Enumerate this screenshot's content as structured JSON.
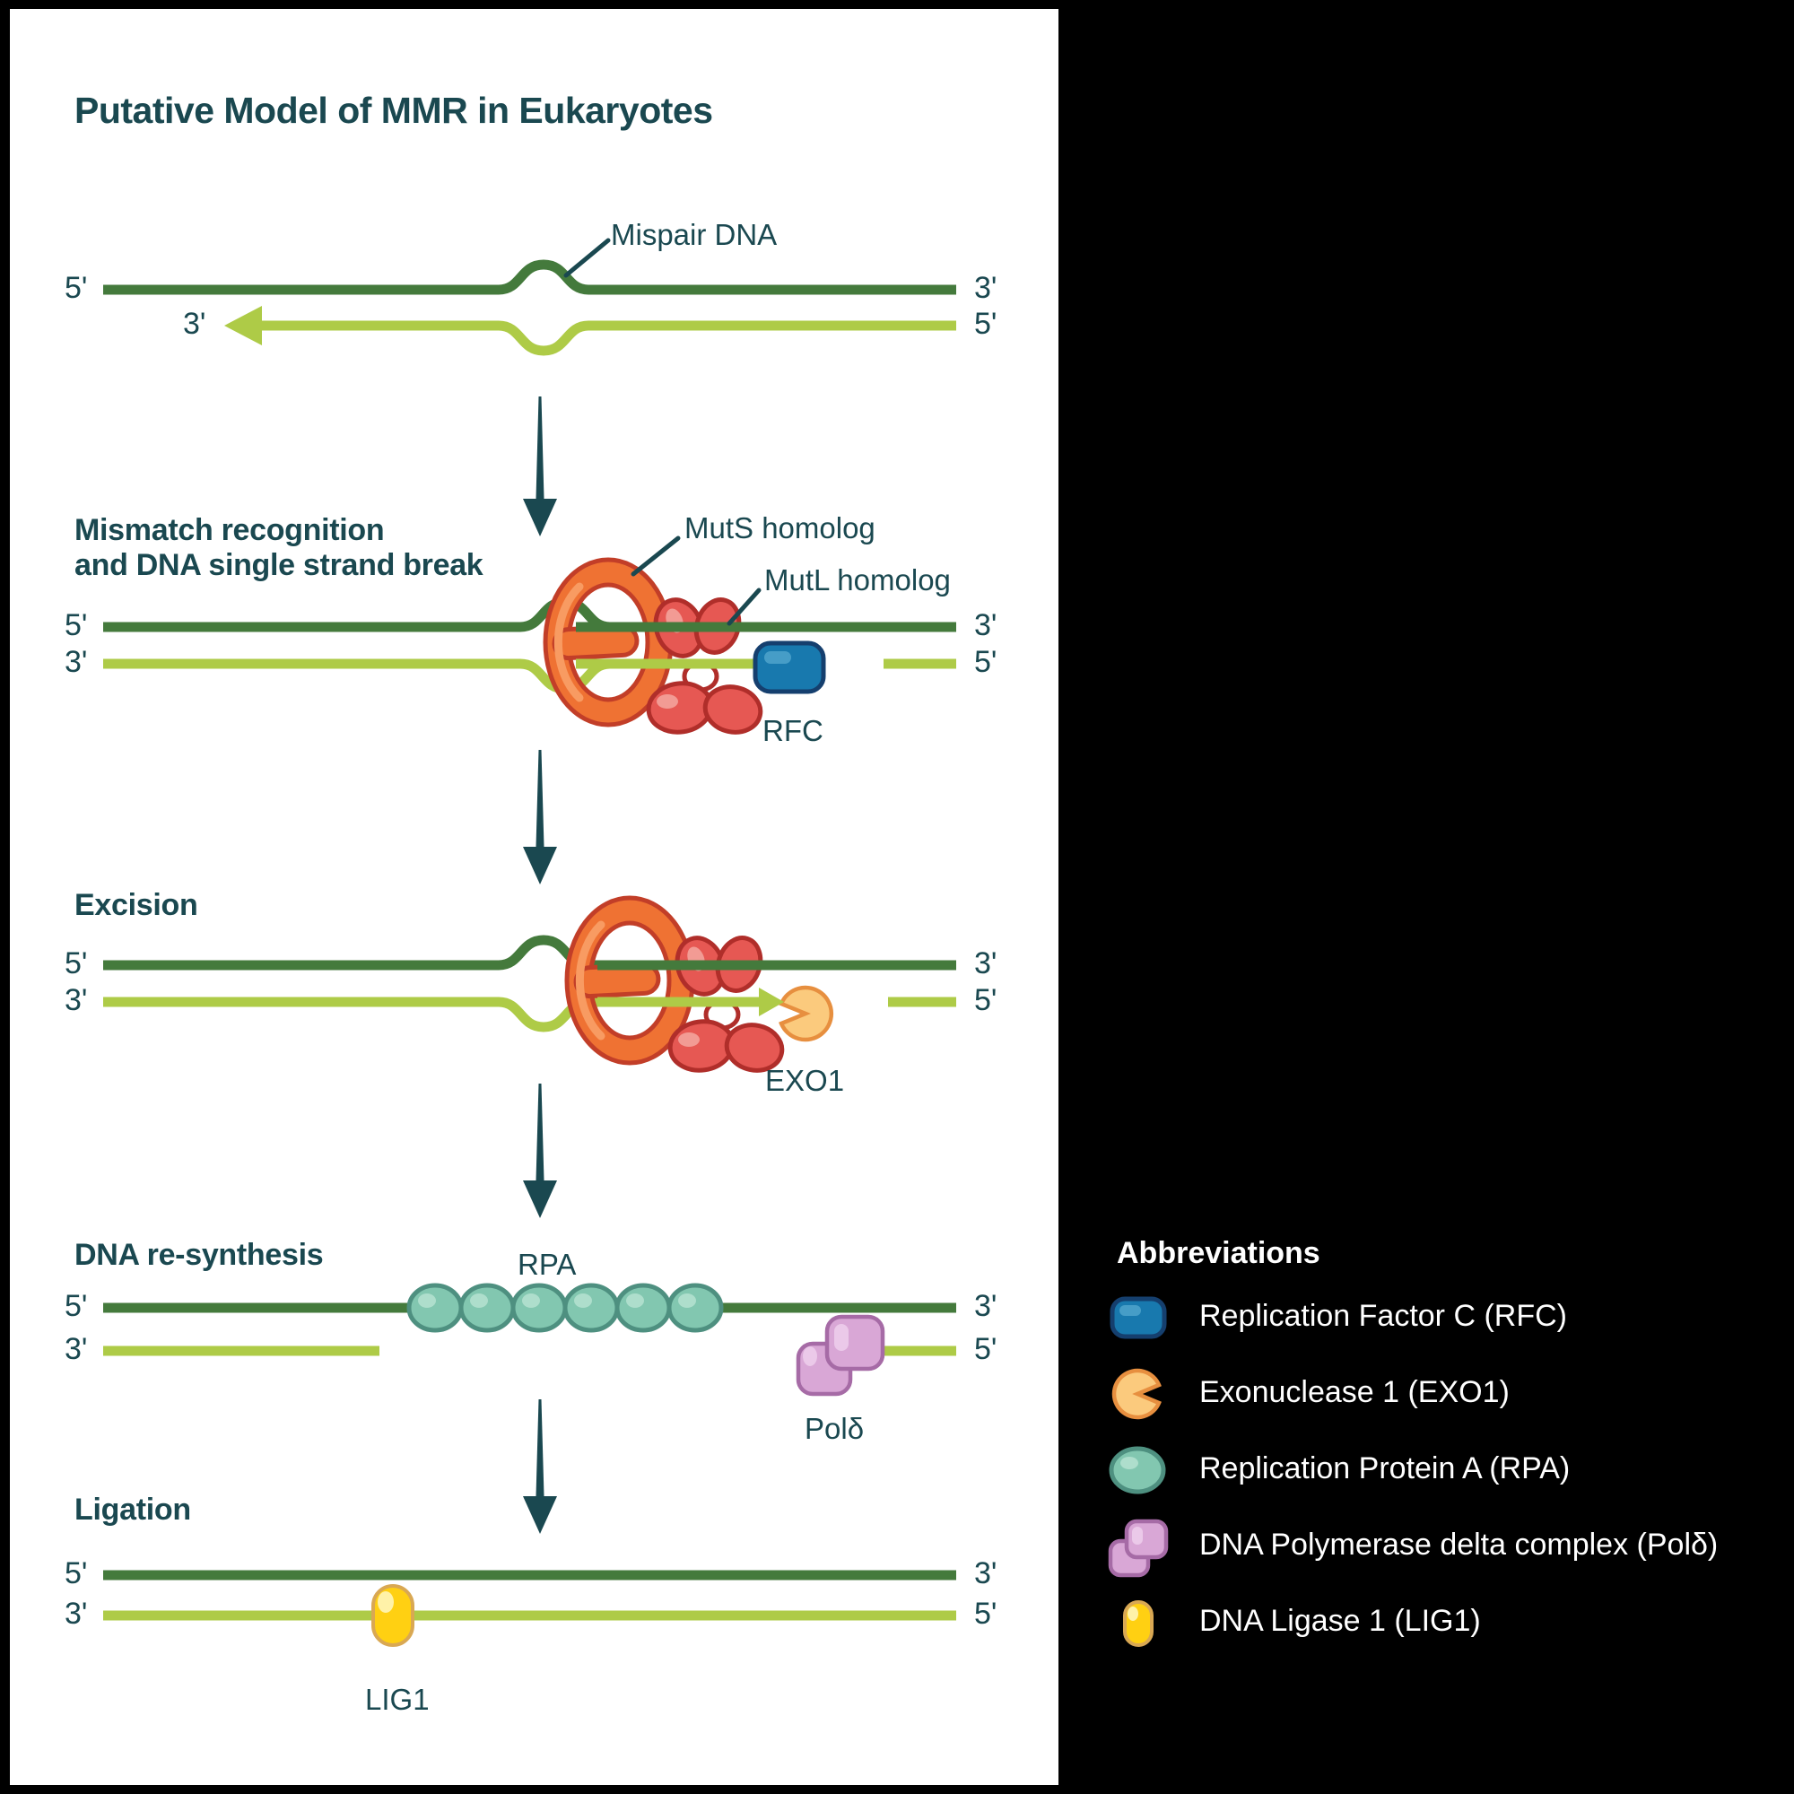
{
  "title": "Putative Model of MMR in Eukaryotes",
  "primes": {
    "five": "5'",
    "three": "3'"
  },
  "sections": {
    "mispair": {
      "callout": "Mispair DNA"
    },
    "recognition": {
      "heading_line1": "Mismatch recognition",
      "heading_line2": "and DNA single strand break",
      "muts": "MutS homolog",
      "mutl": "MutL homolog",
      "rfc": "RFC"
    },
    "excision": {
      "heading": "Excision",
      "exo1": "EXO1"
    },
    "resynthesis": {
      "heading": "DNA re-synthesis",
      "rpa": "RPA",
      "pold": "Polδ"
    },
    "ligation": {
      "heading": "Ligation",
      "lig1": "LIG1"
    }
  },
  "legend": {
    "heading": "Abbreviations",
    "items": [
      {
        "icon": "rfc-icon",
        "label": "Replication Factor C (RFC)"
      },
      {
        "icon": "exo1-icon",
        "label": "Exonuclease 1 (EXO1)"
      },
      {
        "icon": "rpa-icon",
        "label": "Replication Protein A (RPA)"
      },
      {
        "icon": "pold-icon",
        "label": "DNA Polymerase delta complex (Polδ)"
      },
      {
        "icon": "lig1-icon",
        "label": "DNA Ligase 1 (LIG1)"
      }
    ]
  },
  "colors": {
    "background": "#000000",
    "panel": "#FFFFFF",
    "text_teal": "#1A4850",
    "strand_dark_green": "#447A3C",
    "strand_light_green": "#AECB47",
    "muts_orange": "#EF7233",
    "muts_outline": "#C23E28",
    "mutl_red": "#E65853",
    "mutl_outline": "#B02E2A",
    "rfc_blue": "#1879AE",
    "rfc_outline": "#153F6E",
    "exo1_orange": "#FBCA7D",
    "exo1_outline": "#E78F3F",
    "rpa_teal": "#82C7B0",
    "rpa_outline": "#4E9080",
    "pold_pink": "#D9A7D6",
    "pold_outline": "#A66BA6",
    "lig1_yellow": "#FFD012",
    "lig1_outline": "#D9A853",
    "legend_text": "#FFFFFF"
  }
}
